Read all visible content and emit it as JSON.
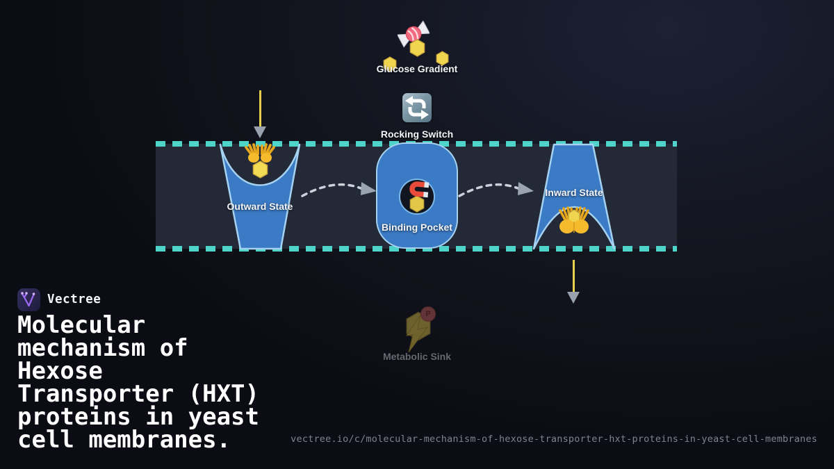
{
  "colors": {
    "bg": "#0c0d14",
    "band": "#232937",
    "teal": "#4ed4c8",
    "node_blue": "#3b7ac4",
    "node_stroke": "#a6d2f1",
    "arrow_yellow": "#e6cf4b",
    "arrow_head": "#98a2ae",
    "label": "#f2f4f7",
    "url_gray": "#7e838d",
    "gold": "#f0d54f",
    "hand_yellow": "#f5bb2d",
    "magnet_red": "#e84b3a",
    "logo_purple": "#9d6bf3"
  },
  "icons": {
    "candy": "candy-icon",
    "glucose_hexagon": "hexagon-icon",
    "open_hands": "open-hands-icon",
    "magnet": "magnet-icon",
    "cupped_hands": "cupped-hands-icon",
    "switch": "rocking-switch-icon",
    "lightning": "lightning-icon",
    "phosphate": "phosphate-badge"
  },
  "diagram": {
    "glucose": {
      "label": "Glucose Gradient"
    },
    "switch": {
      "label": "Rocking Switch"
    },
    "outward": {
      "label": "Outward State"
    },
    "binding": {
      "label": "Binding Pocket"
    },
    "inward": {
      "label": "Inward State"
    },
    "sink": {
      "label": "Metabolic Sink",
      "badge": "P"
    }
  },
  "branding": {
    "name": "Vectree",
    "title": "Molecular\nmechanism of\nHexose\nTransporter (HXT)\nproteins in yeast\ncell membranes.",
    "url": "vectree.io/c/molecular-mechanism-of-hexose-transporter-hxt-proteins-in-yeast-cell-membranes"
  }
}
